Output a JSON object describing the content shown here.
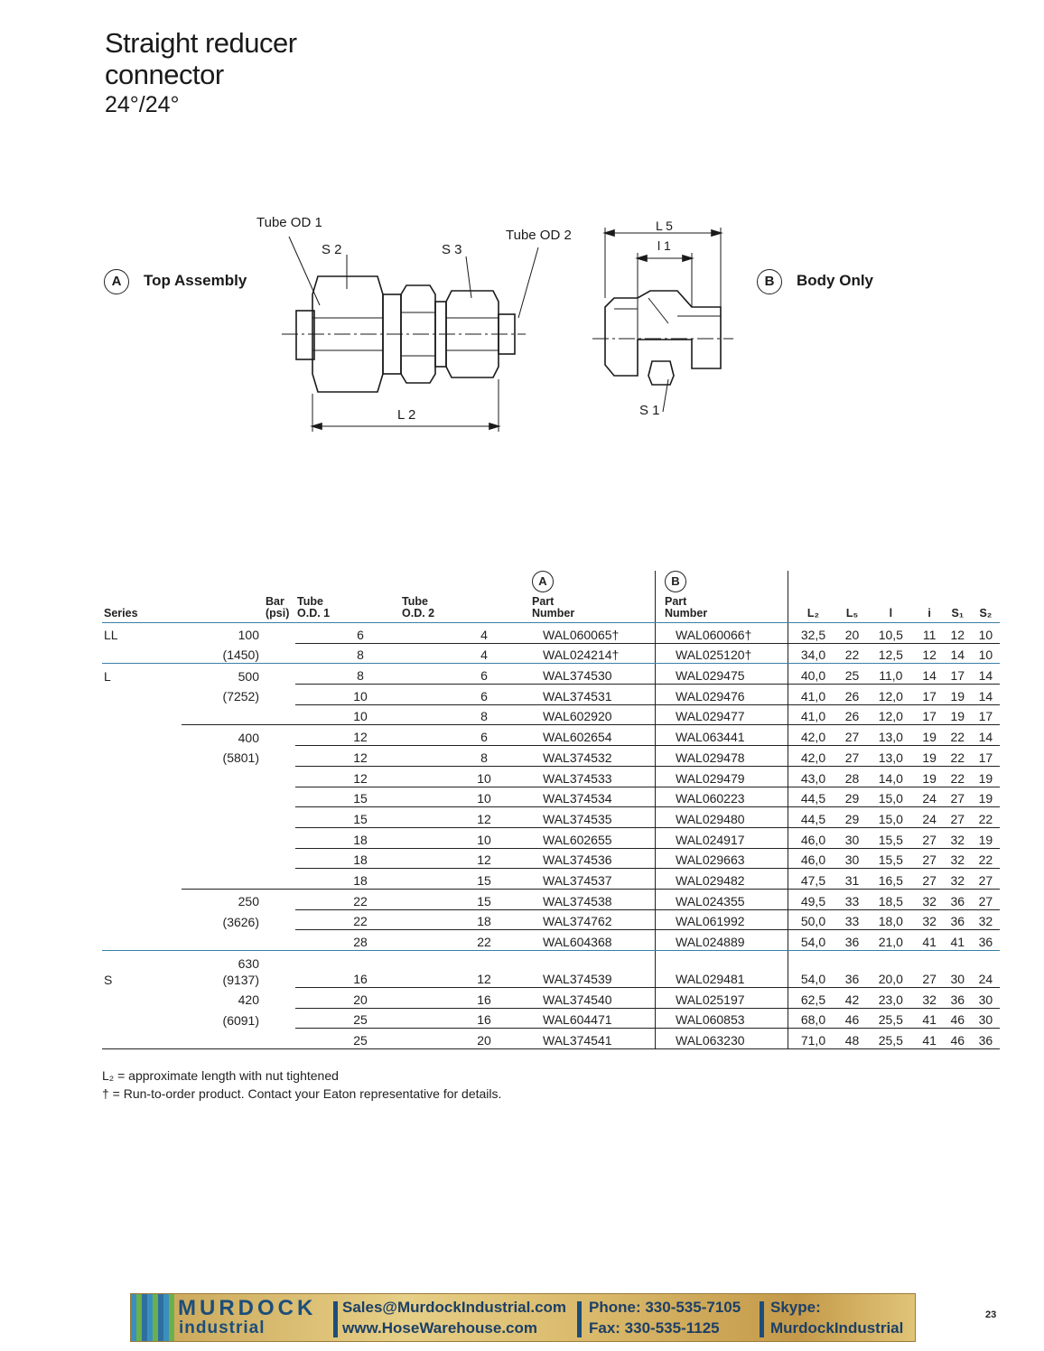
{
  "header": {
    "title_line1": "Straight reducer",
    "title_line2": "connector",
    "subtitle": "24°/24°"
  },
  "diagram": {
    "label_a": "A",
    "top_assembly": "Top Assembly",
    "label_b": "B",
    "body_only": "Body Only",
    "tube_od1": "Tube OD 1",
    "tube_od2": "Tube OD 2",
    "s2": "S 2",
    "s3": "S 3",
    "l2": "L 2",
    "l5": "L 5",
    "l1": "l 1",
    "s1": "S 1"
  },
  "table": {
    "headers": {
      "series": "Series",
      "bar_1": "Bar",
      "bar_2": "(psi)",
      "od1_1": "Tube",
      "od1_2": "O.D. 1",
      "od2_1": "Tube",
      "od2_2": "O.D. 2",
      "pa_circle": "A",
      "pa_1": "Part",
      "pa_2": "Number",
      "pb_circle": "B",
      "pb_1": "Part",
      "pb_2": "Number",
      "l2": "L₂",
      "l5": "L₅",
      "l": "l",
      "i": "i",
      "s1": "S₁",
      "s2": "S₂"
    },
    "rows": [
      {
        "series": "LL",
        "bar": "100",
        "od1": "6",
        "od2": "4",
        "pa": "WAL060065†",
        "pb": "WAL060066†",
        "l2": "32,5",
        "l5": "20",
        "l": "10,5",
        "i": "11",
        "s1": "12",
        "s2": "10"
      },
      {
        "series": "",
        "bar": "(1450)",
        "od1": "8",
        "od2": "4",
        "pa": "WAL024214†",
        "pb": "WAL025120†",
        "l2": "34,0",
        "l5": "22",
        "l": "12,5",
        "i": "12",
        "s1": "14",
        "s2": "10"
      },
      {
        "series": "L",
        "bar": "500",
        "od1": "8",
        "od2": "6",
        "pa": "WAL374530",
        "pb": "WAL029475",
        "l2": "40,0",
        "l5": "25",
        "l": "11,0",
        "i": "14",
        "s1": "17",
        "s2": "14"
      },
      {
        "series": "",
        "bar": "(7252)",
        "od1": "10",
        "od2": "6",
        "pa": "WAL374531",
        "pb": "WAL029476",
        "l2": "41,0",
        "l5": "26",
        "l": "12,0",
        "i": "17",
        "s1": "19",
        "s2": "14"
      },
      {
        "series": "",
        "bar": "",
        "od1": "10",
        "od2": "8",
        "pa": "WAL602920",
        "pb": "WAL029477",
        "l2": "41,0",
        "l5": "26",
        "l": "12,0",
        "i": "17",
        "s1": "19",
        "s2": "17"
      },
      {
        "series": "",
        "bar": "400",
        "od1": "12",
        "od2": "6",
        "pa": "WAL602654",
        "pb": "WAL063441",
        "l2": "42,0",
        "l5": "27",
        "l": "13,0",
        "i": "19",
        "s1": "22",
        "s2": "14"
      },
      {
        "series": "",
        "bar": "(5801)",
        "od1": "12",
        "od2": "8",
        "pa": "WAL374532",
        "pb": "WAL029478",
        "l2": "42,0",
        "l5": "27",
        "l": "13,0",
        "i": "19",
        "s1": "22",
        "s2": "17"
      },
      {
        "series": "",
        "bar": "",
        "od1": "12",
        "od2": "10",
        "pa": "WAL374533",
        "pb": "WAL029479",
        "l2": "43,0",
        "l5": "28",
        "l": "14,0",
        "i": "19",
        "s1": "22",
        "s2": "19"
      },
      {
        "series": "",
        "bar": "",
        "od1": "15",
        "od2": "10",
        "pa": "WAL374534",
        "pb": "WAL060223",
        "l2": "44,5",
        "l5": "29",
        "l": "15,0",
        "i": "24",
        "s1": "27",
        "s2": "19"
      },
      {
        "series": "",
        "bar": "",
        "od1": "15",
        "od2": "12",
        "pa": "WAL374535",
        "pb": "WAL029480",
        "l2": "44,5",
        "l5": "29",
        "l": "15,0",
        "i": "24",
        "s1": "27",
        "s2": "22"
      },
      {
        "series": "",
        "bar": "",
        "od1": "18",
        "od2": "10",
        "pa": "WAL602655",
        "pb": "WAL024917",
        "l2": "46,0",
        "l5": "30",
        "l": "15,5",
        "i": "27",
        "s1": "32",
        "s2": "19"
      },
      {
        "series": "",
        "bar": "",
        "od1": "18",
        "od2": "12",
        "pa": "WAL374536",
        "pb": "WAL029663",
        "l2": "46,0",
        "l5": "30",
        "l": "15,5",
        "i": "27",
        "s1": "32",
        "s2": "22"
      },
      {
        "series": "",
        "bar": "",
        "od1": "18",
        "od2": "15",
        "pa": "WAL374537",
        "pb": "WAL029482",
        "l2": "47,5",
        "l5": "31",
        "l": "16,5",
        "i": "27",
        "s1": "32",
        "s2": "27"
      },
      {
        "series": "",
        "bar": "250",
        "od1": "22",
        "od2": "15",
        "pa": "WAL374538",
        "pb": "WAL024355",
        "l2": "49,5",
        "l5": "33",
        "l": "18,5",
        "i": "32",
        "s1": "36",
        "s2": "27"
      },
      {
        "series": "",
        "bar": "(3626)",
        "od1": "22",
        "od2": "18",
        "pa": "WAL374762",
        "pb": "WAL061992",
        "l2": "50,0",
        "l5": "33",
        "l": "18,0",
        "i": "32",
        "s1": "36",
        "s2": "32"
      },
      {
        "series": "",
        "bar": "",
        "od1": "28",
        "od2": "22",
        "pa": "WAL604368",
        "pb": "WAL024889",
        "l2": "54,0",
        "l5": "36",
        "l": "21,0",
        "i": "41",
        "s1": "41",
        "s2": "36"
      },
      {
        "series": "S",
        "bar": "630",
        "bar_b": "(9137)",
        "od1": "16",
        "od2": "12",
        "pa": "WAL374539",
        "pb": "WAL029481",
        "l2": "54,0",
        "l5": "36",
        "l": "20,0",
        "i": "27",
        "s1": "30",
        "s2": "24"
      },
      {
        "series": "",
        "bar": "420",
        "od1": "20",
        "od2": "16",
        "pa": "WAL374540",
        "pb": "WAL025197",
        "l2": "62,5",
        "l5": "42",
        "l": "23,0",
        "i": "32",
        "s1": "36",
        "s2": "30"
      },
      {
        "series": "",
        "bar": "(6091)",
        "od1": "25",
        "od2": "16",
        "pa": "WAL604471",
        "pb": "WAL060853",
        "l2": "68,0",
        "l5": "46",
        "l": "25,5",
        "i": "41",
        "s1": "46",
        "s2": "30"
      },
      {
        "series": "",
        "bar": "",
        "od1": "25",
        "od2": "20",
        "pa": "WAL374541",
        "pb": "WAL063230",
        "l2": "71,0",
        "l5": "48",
        "l": "25,5",
        "i": "41",
        "s1": "46",
        "s2": "36"
      }
    ]
  },
  "notes": {
    "note1": "L₂ = approximate length with nut tightened",
    "note2": "† = Run-to-order product. Contact your Eaton representative for details."
  },
  "footer": {
    "brand": "MURDOCK",
    "brand_sub": "industrial",
    "email": "Sales@MurdockIndustrial.com",
    "web": "www.HoseWarehouse.com",
    "phone": "Phone: 330-535-7105",
    "fax": "Fax: 330-535-1125",
    "skype_label": "Skype:",
    "skype_id": "MurdockIndustrial",
    "page_number": "23",
    "colors": {
      "brand_blue": "#1c4e7a",
      "gold": "#d9b86a",
      "rule_blue": "#3a7fa8"
    }
  }
}
